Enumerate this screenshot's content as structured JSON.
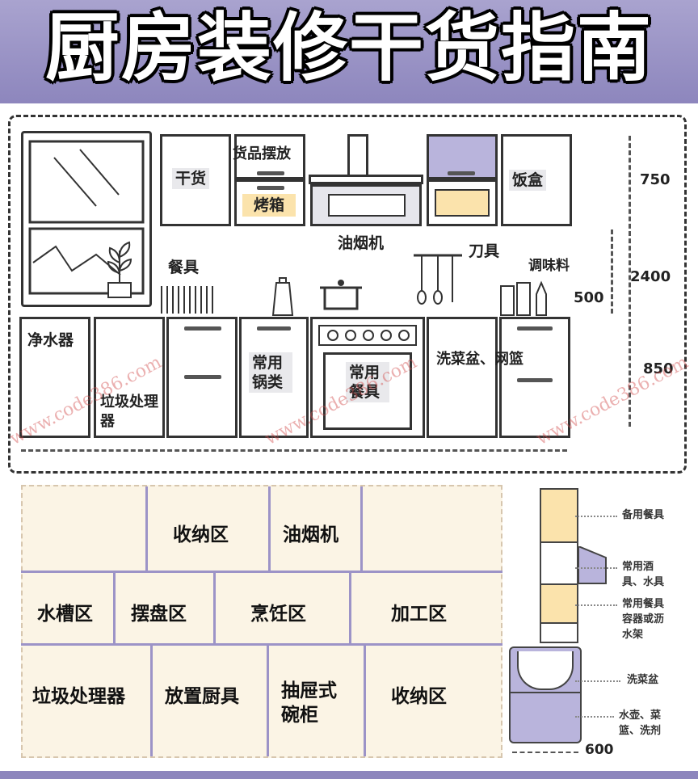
{
  "title": "厨房装修干货指南",
  "elevation": {
    "labels": {
      "dry_goods": "干货",
      "goods_placement": "货品摆放",
      "oven": "烤箱",
      "range_hood": "油烟机",
      "lunch_box": "饭盒",
      "tableware": "餐具",
      "knives": "刀具",
      "seasoning": "调味料",
      "water_purifier": "净水器",
      "garbage_disposer": "垃圾处理器",
      "common_pots": "常用锅类",
      "common_tableware": "常用餐具",
      "sink_basket": "洗菜盆、网篮"
    },
    "dimensions": {
      "d750": "750",
      "d2400": "2400",
      "d500": "500",
      "d850": "850"
    }
  },
  "watermark": "www.code386.com",
  "zones": {
    "storage_top": "收纳区",
    "range_hood": "油烟机",
    "sink_area": "水槽区",
    "plating_area": "摆盘区",
    "cooking_area": "烹饪区",
    "prep_area": "加工区",
    "garbage_disposer": "垃圾处理器",
    "cookware": "放置厨具",
    "drawer_cabinet": "抽屉式碗柜",
    "storage_bottom": "收纳区"
  },
  "side_upper": {
    "spare_tableware": "备用餐具",
    "common_wine_water": "常用酒具、水具",
    "common_tableware_rack": "常用餐具容器或沥水架"
  },
  "side_lower": {
    "sink": "洗菜盆",
    "kettle_basket": "水壶、菜篮、洗剂",
    "width": "600"
  },
  "colors": {
    "header": "#8d86bd",
    "yellow": "#fbe3ac",
    "lavender": "#b9b4dc",
    "cream": "#fbf4e5"
  }
}
